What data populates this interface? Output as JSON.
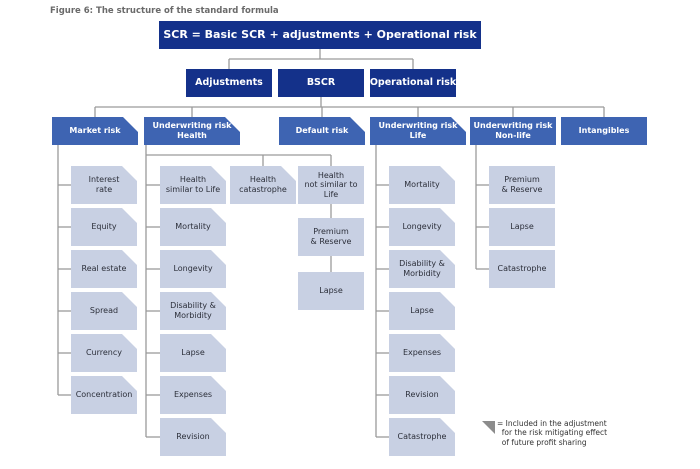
{
  "caption": "Figure 6: The structure of the standard formula",
  "top": {
    "label": "SCR = Basic SCR + adjustments + Operational risk"
  },
  "level1": [
    {
      "label": "Adjustments"
    },
    {
      "label": "BSCR"
    },
    {
      "label": "Operational risk"
    }
  ],
  "modules": [
    {
      "label": "Market risk",
      "marked": true
    },
    {
      "label": "Underwriting risk\nHealth",
      "marked": true
    },
    {
      "label": "Default risk",
      "marked": true
    },
    {
      "label": "Underwriting risk\nLife",
      "marked": true
    },
    {
      "label": "Underwriting risk\nNon-life",
      "marked": false
    },
    {
      "label": "Intangibles",
      "marked": false
    }
  ],
  "market": [
    {
      "label": "Interest\nrate",
      "marked": true
    },
    {
      "label": "Equity",
      "marked": true
    },
    {
      "label": "Real estate",
      "marked": true
    },
    {
      "label": "Spread",
      "marked": true
    },
    {
      "label": "Currency",
      "marked": true
    },
    {
      "label": "Concentration",
      "marked": true
    }
  ],
  "health_groups": [
    {
      "label": "Health\nsimilar to Life",
      "marked": true
    },
    {
      "label": "Health\ncatastrophe",
      "marked": true
    },
    {
      "label": "Health\nnot similar to\nLife",
      "marked": false
    }
  ],
  "health_slt": [
    {
      "label": "Mortality",
      "marked": true
    },
    {
      "label": "Longevity",
      "marked": true
    },
    {
      "label": "Disability &\nMorbidity",
      "marked": true
    },
    {
      "label": "Lapse",
      "marked": true
    },
    {
      "label": "Expenses",
      "marked": true
    },
    {
      "label": "Revision",
      "marked": true
    }
  ],
  "health_nslt": [
    {
      "label": "Premium\n& Reserve",
      "marked": false
    },
    {
      "label": "Lapse",
      "marked": false
    }
  ],
  "life": [
    {
      "label": "Mortality",
      "marked": true
    },
    {
      "label": "Longevity",
      "marked": true
    },
    {
      "label": "Disability &\nMorbidity",
      "marked": true
    },
    {
      "label": "Lapse",
      "marked": true
    },
    {
      "label": "Expenses",
      "marked": true
    },
    {
      "label": "Revision",
      "marked": true
    },
    {
      "label": "Catastrophe",
      "marked": true
    }
  ],
  "nonlife": [
    {
      "label": "Premium\n& Reserve",
      "marked": false
    },
    {
      "label": "Lapse",
      "marked": false
    },
    {
      "label": "Catastrophe",
      "marked": false
    }
  ],
  "legend": {
    "icon": "corner-triangle-icon",
    "text": "= Included in the adjustment\n  for the risk mitigating effect\n  of future profit sharing"
  },
  "colors": {
    "dark": "#14318a",
    "module": "#3e64b2",
    "leaf": "#c8d0e3",
    "line": "#9a9a9a",
    "marker": "#ffffff"
  }
}
